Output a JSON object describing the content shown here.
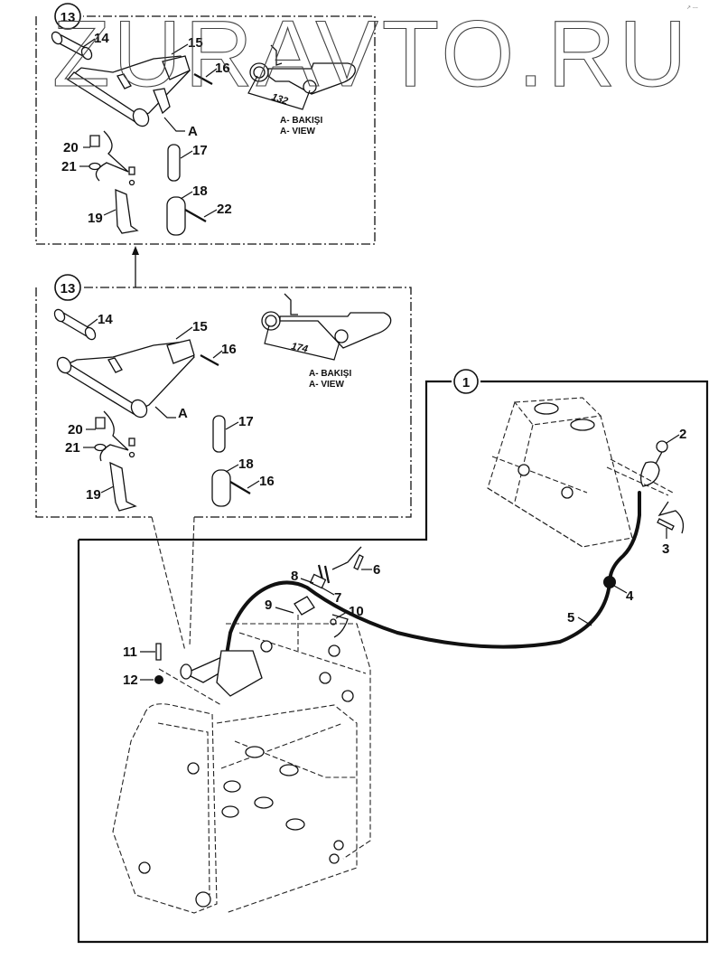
{
  "watermark": "ZURAVTO.RU",
  "corner_mark": "↗ ---",
  "groups": [
    {
      "id": "group-13-top",
      "callout": "13",
      "parts": [
        "14",
        "15",
        "16",
        "17",
        "18",
        "19",
        "20",
        "21",
        "22"
      ],
      "view_arrow_label": "A",
      "view_caption_tr": "A- BAKIŞI",
      "view_caption_en": "A- VIEW",
      "dimension": "132"
    },
    {
      "id": "group-13-bottom",
      "callout": "13",
      "parts": [
        "14",
        "15",
        "16",
        "17",
        "18",
        "19",
        "20",
        "21",
        "16"
      ],
      "view_arrow_label": "A",
      "view_caption_tr": "A- BAKIŞI",
      "view_caption_en": "A- VIEW",
      "dimension": "174"
    },
    {
      "id": "group-1",
      "callout": "1",
      "parts": [
        "2",
        "3",
        "4",
        "5"
      ]
    }
  ],
  "main_assembly": {
    "parts": [
      "6",
      "7",
      "8",
      "9",
      "10",
      "11",
      "12"
    ]
  },
  "labels": {
    "top": {
      "c13": "13",
      "p14": "14",
      "p15": "15",
      "p16": "16",
      "p17": "17",
      "p18": "18",
      "p19": "19",
      "p20": "20",
      "p21": "21",
      "p22": "22",
      "a": "A",
      "cap_tr": "A- BAKIŞI",
      "cap_en": "A- VIEW",
      "dim": "132"
    },
    "mid": {
      "c13": "13",
      "p14": "14",
      "p15": "15",
      "p16a": "16",
      "p17": "17",
      "p18": "18",
      "p19": "19",
      "p20": "20",
      "p21": "21",
      "p16b": "16",
      "a": "A",
      "cap_tr": "A- BAKIŞI",
      "cap_en": "A- VIEW",
      "dim": "174"
    },
    "g1": {
      "c1": "1",
      "p2": "2",
      "p3": "3",
      "p4": "4",
      "p5": "5"
    },
    "main": {
      "p6": "6",
      "p7": "7",
      "p8": "8",
      "p9": "9",
      "p10": "10",
      "p11": "11",
      "p12": "12"
    }
  }
}
